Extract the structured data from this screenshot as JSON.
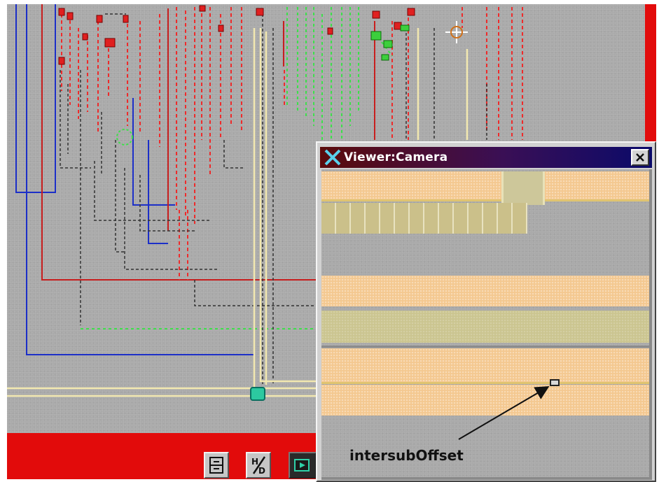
{
  "viewer": {
    "title": "Viewer:Camera",
    "close_icon": "close-icon",
    "annotation": "intersubOffset"
  },
  "toolbar": {
    "buttons": [
      {
        "icon": "split-panes-icon"
      },
      {
        "icon": "h-over-d-icon",
        "glyph_top": "H",
        "glyph_bottom": "D"
      },
      {
        "icon": "play-camera-icon"
      }
    ]
  },
  "colors": {
    "canvas": "#a9a9a9",
    "frame_red": "#e20b0b",
    "wire_red": "#ee2b2b",
    "wire_green": "#3ce04a",
    "wire_blue": "#1c2fc8",
    "wire_dark": "#333333",
    "wire_cream": "#f2e8b0",
    "band_orange": "#f4c890",
    "band_khaki": "#cbc590"
  }
}
